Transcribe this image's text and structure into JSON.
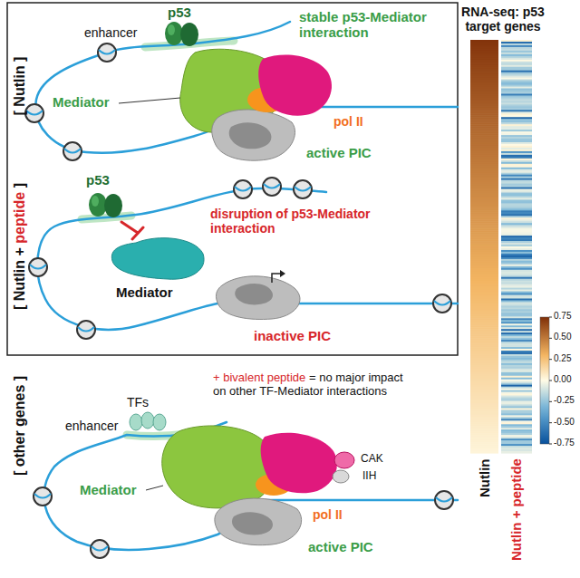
{
  "diagram": {
    "labels": [
      "[ Nutlin ]",
      "enhancer",
      "p53",
      "stable p53-Mediator interaction",
      "Mediator",
      "pol II",
      "active PIC",
      "[ Nutlin + peptide ]",
      "p53",
      "disruption of p53-Mediator interaction",
      "Mediator",
      "inactive PIC",
      "[ other genes ]",
      "TFs",
      "enhancer",
      "+ bivalent peptide = no major impact on other TF-Mediator interactions",
      "Mediator",
      "CAK",
      "IIH",
      "pol II",
      "active PIC",
      "RNA-seq: p53 target genes",
      "0.75",
      "0.50",
      "0.25",
      "0.00",
      "-0.25",
      "-0.50",
      "-0.75",
      "Nutlin",
      "Nutlin + peptide"
    ]
  }
}
